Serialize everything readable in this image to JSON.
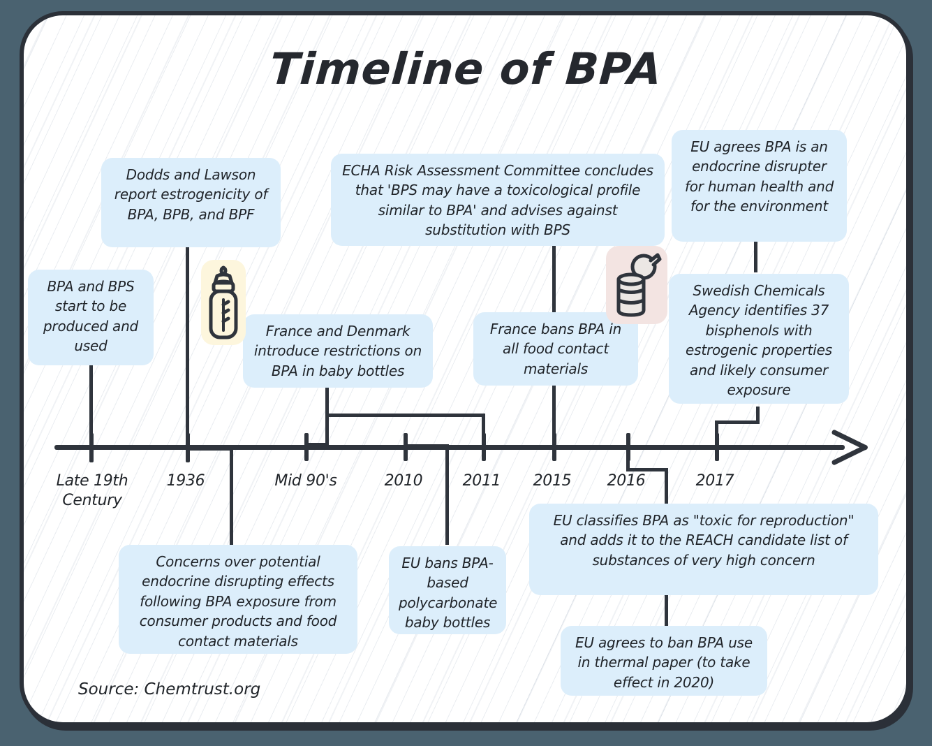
{
  "page": {
    "title": "Timeline of BPA",
    "source": "Source: Chemtrust.org",
    "background_color": "#4a6270",
    "card_color": "#ffffff",
    "callout_color": "#dceefb",
    "ink_color": "#2f343c"
  },
  "timeline": {
    "dates": [
      {
        "label_line1": "Late 19th",
        "label_line2": "Century"
      },
      {
        "label_line1": "1936",
        "label_line2": ""
      },
      {
        "label_line1": "Mid 90's",
        "label_line2": ""
      },
      {
        "label_line1": "2010",
        "label_line2": ""
      },
      {
        "label_line1": "2011",
        "label_line2": ""
      },
      {
        "label_line1": "2015",
        "label_line2": ""
      },
      {
        "label_line1": "2016",
        "label_line2": ""
      },
      {
        "label_line1": "2017",
        "label_line2": ""
      }
    ]
  },
  "events": {
    "e1_bpa_bps_produced": "BPA and BPS start to be produced and used",
    "e2_dodds_lawson": "Dodds and Lawson report estrogenicity of BPA, BPB, and BPF",
    "e3_concerns": "Concerns over potential endocrine disrupting effects following BPA exposure from consumer products and food contact materials",
    "e4_france_denmark": "France and Denmark introduce restrictions on BPA in baby bottles",
    "e5_eu_bans_bottles": "EU bans BPA-based polycarbonate baby bottles",
    "e6_echa": "ECHA Risk Assessment Committee concludes that 'BPS may have a toxicological profile similar to BPA' and advises against substitution with BPS",
    "e7_france_bans": "France bans BPA in all food contact materials",
    "e8_eu_classifies": "EU classifies BPA as \"toxic for reproduction\" and adds it to the REACH candidate list of substances of very high concern",
    "e9_eu_thermal_paper": "EU agrees to ban BPA use in thermal paper (to take effect in 2020)",
    "e10_eu_endocrine": "EU agrees BPA is an endocrine disrupter for human health and for the environment",
    "e11_swedish": "Swedish Chemicals Agency identifies 37 bisphenols with estrogenic properties and likely consumer exposure"
  },
  "icons": {
    "baby_bottle": "baby-bottle-icon",
    "food_can": "food-can-icon",
    "arrow": "timeline-arrow-icon"
  }
}
